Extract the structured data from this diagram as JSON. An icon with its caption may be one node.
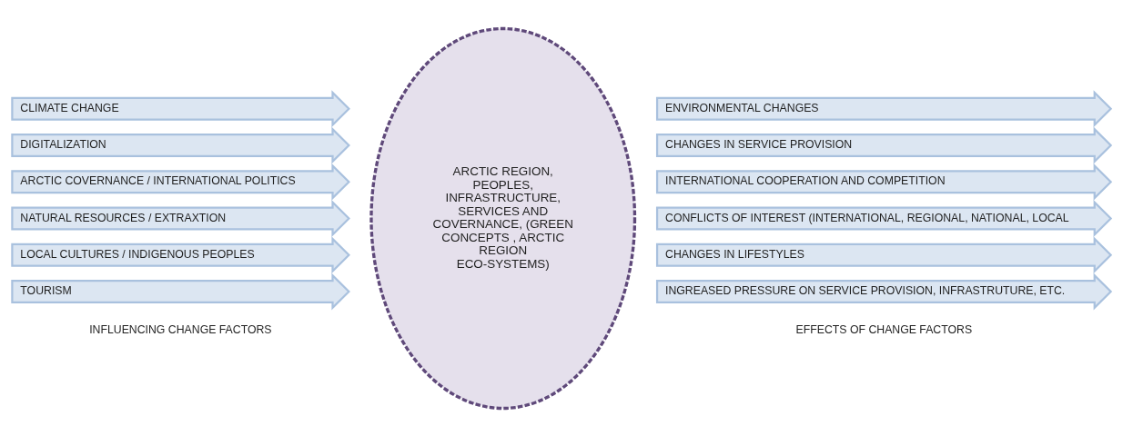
{
  "diagram": {
    "nodes": [
      {
        "text": [
          "CLIMATE CHANGE"
        ]
      },
      {
        "text": [
          "DIGITALIZATION"
        ]
      },
      {
        "text": [
          "ARCTIC COVERNANCE / INTERNATIONAL POLITICS"
        ]
      },
      {
        "text": [
          "NATURAL RESOURCES / EXTRAXTION"
        ]
      },
      {
        "text": [
          "LOCAL CULTURES / INDIGENOUS PEOPLES"
        ]
      },
      {
        "text": [
          "TOURISM"
        ]
      },
      {
        "text": [
          "ARCTIC REGION, PEOPLES, INFRASTRUCTURE, SERVICES AND COVERNANCE, (GREEN CONCEPTS , ARCTIC REGION ECO-SYSTEMS)"
        ]
      },
      {
        "text": [
          "ENVIRONMENTAL CHANGES"
        ]
      },
      {
        "text": [
          "CHANGES IN SERVICE PROVISION"
        ]
      },
      {
        "text": [
          "INTERNATIONAL COOPERATION AND COMPETITION"
        ]
      },
      {
        "text": [
          "CONFLICTS OF INTEREST (INTERNATIONAL, REGIONAL, NATIONAL, LOCAL"
        ]
      },
      {
        "text": [
          "CHANGES IN LIFESTYLES"
        ]
      },
      {
        "text": [
          "INGREASED PRESSURE ON SERVICE PROVISION, INFRASTRUTURE, ETC."
        ]
      }
    ],
    "labels": [
      "INFLUENCING CHANGE FACTORS",
      "EFFECTS OF CHANGE FACTORS"
    ]
  }
}
